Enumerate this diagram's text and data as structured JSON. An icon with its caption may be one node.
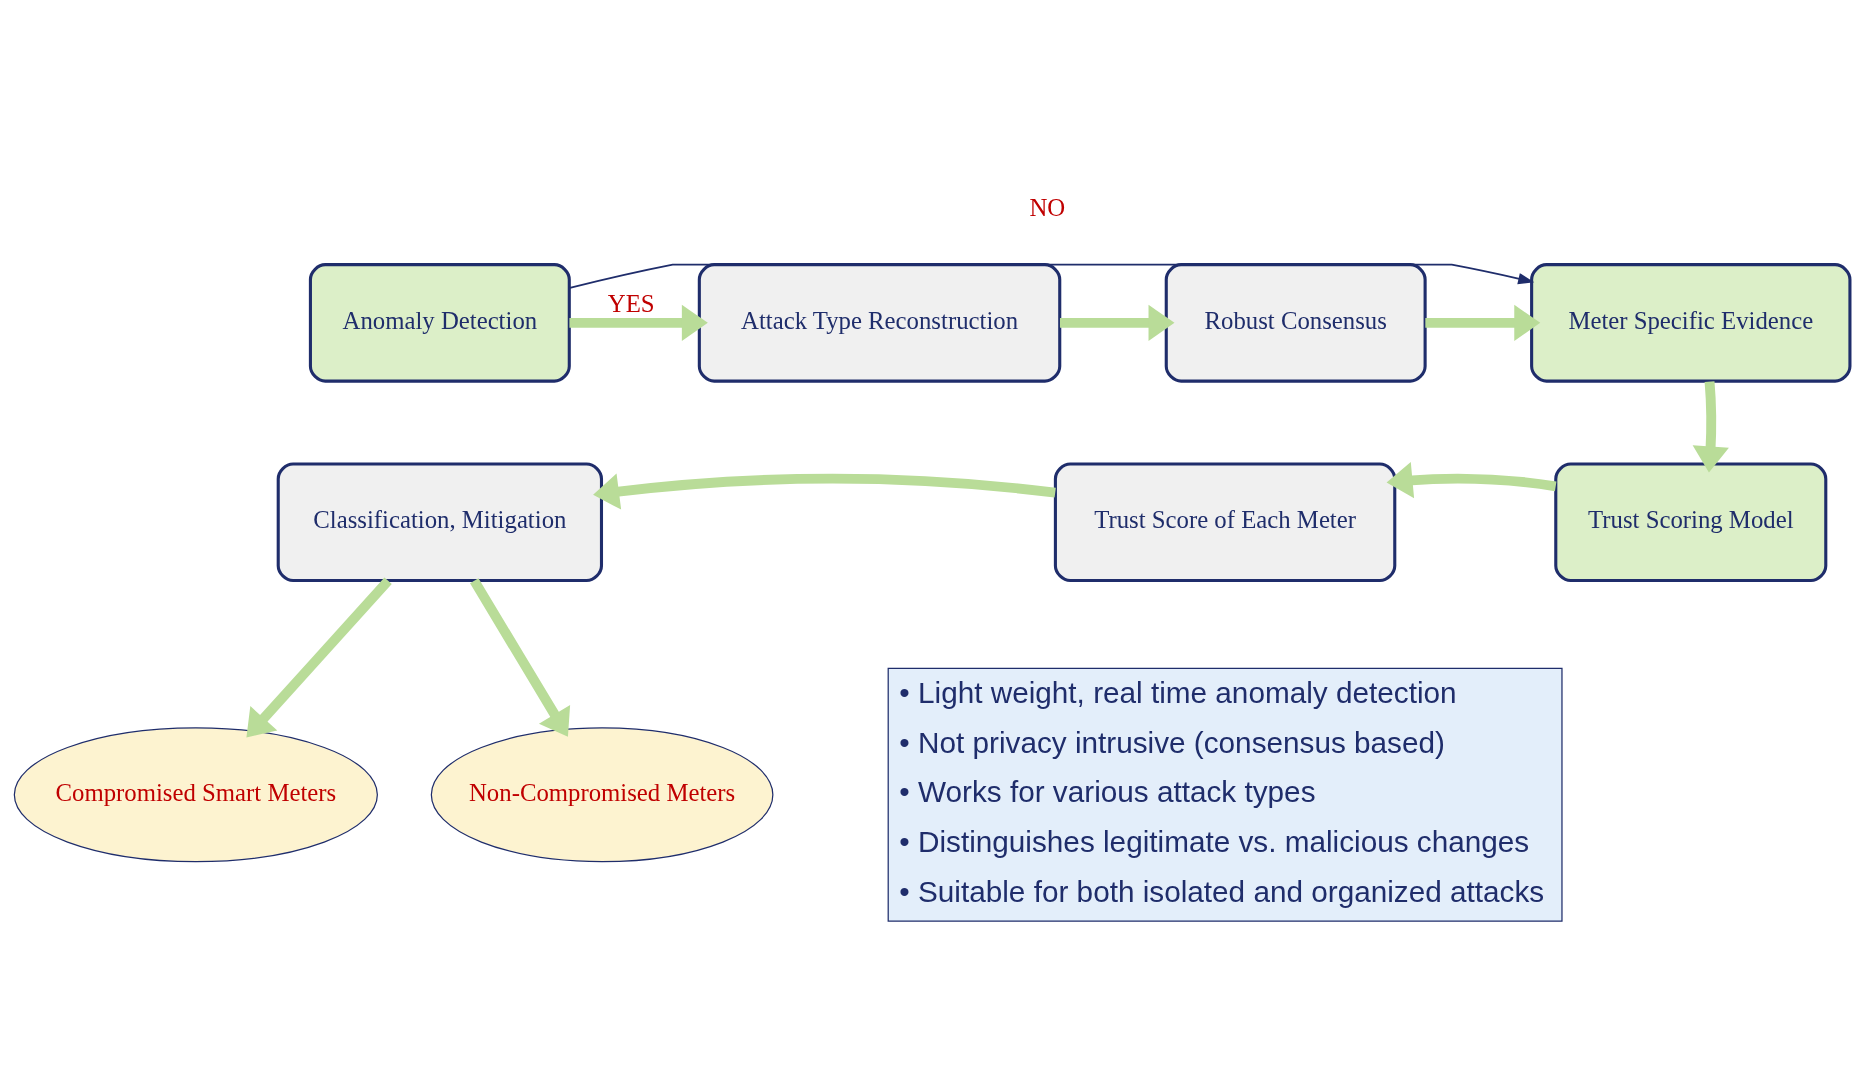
{
  "diagram": {
    "nodes": [
      {
        "text": [
          "Anomaly Detection"
        ]
      },
      {
        "text": [
          "Attack Type Reconstruction"
        ]
      },
      {
        "text": [
          "Robust Consensus"
        ]
      },
      {
        "text": [
          "Meter Specific Evidence"
        ]
      },
      {
        "text": [
          "Trust Scoring Model"
        ]
      },
      {
        "text": [
          "Trust Score of Each Meter"
        ]
      },
      {
        "text": [
          "Classification, Mitigation"
        ]
      },
      {
        "text": [
          "Compromised Smart Meters"
        ]
      },
      {
        "text": [
          "Non-Compromised Meters"
        ]
      },
      {
        "text": [
          "• Light weight, real time anomaly detection",
          "• Not privacy intrusive (consensus based)",
          "• Works for various attack types",
          "• Distinguishes legitimate vs. malicious changes",
          "• Suitable for both isolated and organized attacks"
        ]
      }
    ],
    "edges": [
      {
        "from": 0,
        "to": 3,
        "arrow": "to",
        "label": "NO",
        "color": "#1f2d6b"
      },
      {
        "from": 0,
        "to": 1,
        "arrow": "to",
        "label": "YES"
      },
      {
        "from": 1,
        "to": 2,
        "arrow": "to"
      },
      {
        "from": 2,
        "to": 3,
        "arrow": "to"
      },
      {
        "from": 3,
        "to": 4,
        "arrow": "to"
      },
      {
        "from": 4,
        "to": 5,
        "arrow": "to"
      },
      {
        "from": 5,
        "to": 6,
        "arrow": "to"
      },
      {
        "from": 6,
        "to": 7,
        "arrow": "to"
      },
      {
        "from": 6,
        "to": 8,
        "arrow": "to"
      }
    ]
  }
}
